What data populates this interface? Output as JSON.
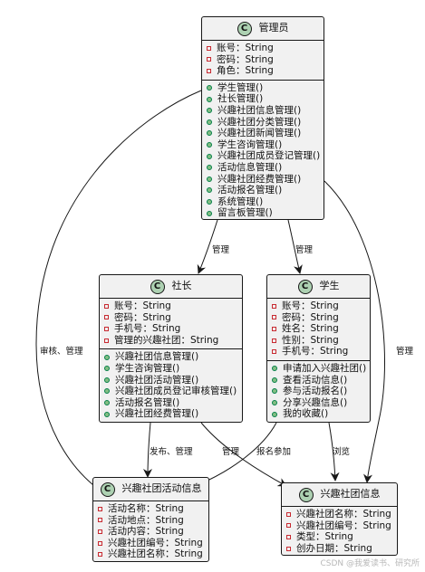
{
  "classes": {
    "admin": {
      "name": "管理员",
      "fields": [
        "账号：String",
        "密码：String",
        "角色：String"
      ],
      "methods": [
        "学生管理()",
        "社长管理()",
        "兴趣社团信息管理()",
        "兴趣社团分类管理()",
        "兴趣社团新闻管理()",
        "学生咨询管理()",
        "兴趣社团成员登记管理()",
        "活动信息管理()",
        "兴趣社团经费管理()",
        "活动报名管理()",
        "系统管理()",
        "留言板管理()"
      ]
    },
    "president": {
      "name": "社长",
      "fields": [
        "账号：String",
        "密码：String",
        "手机号：String",
        "管理的兴趣社团：String"
      ],
      "methods": [
        "兴趣社团信息管理()",
        "学生咨询管理()",
        "兴趣社团活动管理()",
        "兴趣社团成员登记审核管理()",
        "活动报名管理()",
        "兴趣社团经费管理()"
      ]
    },
    "student": {
      "name": "学生",
      "fields": [
        "账号：String",
        "密码：String",
        "姓名：String",
        "性别：String",
        "手机号：String"
      ],
      "methods": [
        "申请加入兴趣社团()",
        "查看活动信息()",
        "参与活动报名()",
        "分享兴趣信息()",
        "我的收藏()"
      ]
    },
    "activity": {
      "name": "兴趣社团活动信息",
      "fields": [
        "活动名称：String",
        "活动地点：String",
        "活动内容：String",
        "兴趣社团编号：String",
        "兴趣社团名称：String"
      ]
    },
    "club": {
      "name": "兴趣社团信息",
      "fields": [
        "兴趣社团名称：String",
        "兴趣社团编号：String",
        "类型：String",
        "创办日期：String"
      ]
    }
  },
  "class_icon_letter": "C",
  "colors": {
    "box_fill": "#f1f1f1",
    "icon_fill": "#add1b2",
    "private_marker": "#c82930",
    "public_marker": "#84be84"
  },
  "edge_labels": {
    "admin_president": "管理",
    "admin_student": "管理",
    "admin_activity": "审核、管理",
    "admin_club": "管理",
    "president_activity": "发布、管理",
    "president_club": "管理",
    "student_activity": "报名参加",
    "student_club": "浏览"
  },
  "watermark": "CSDN @我爱读书、研究所"
}
